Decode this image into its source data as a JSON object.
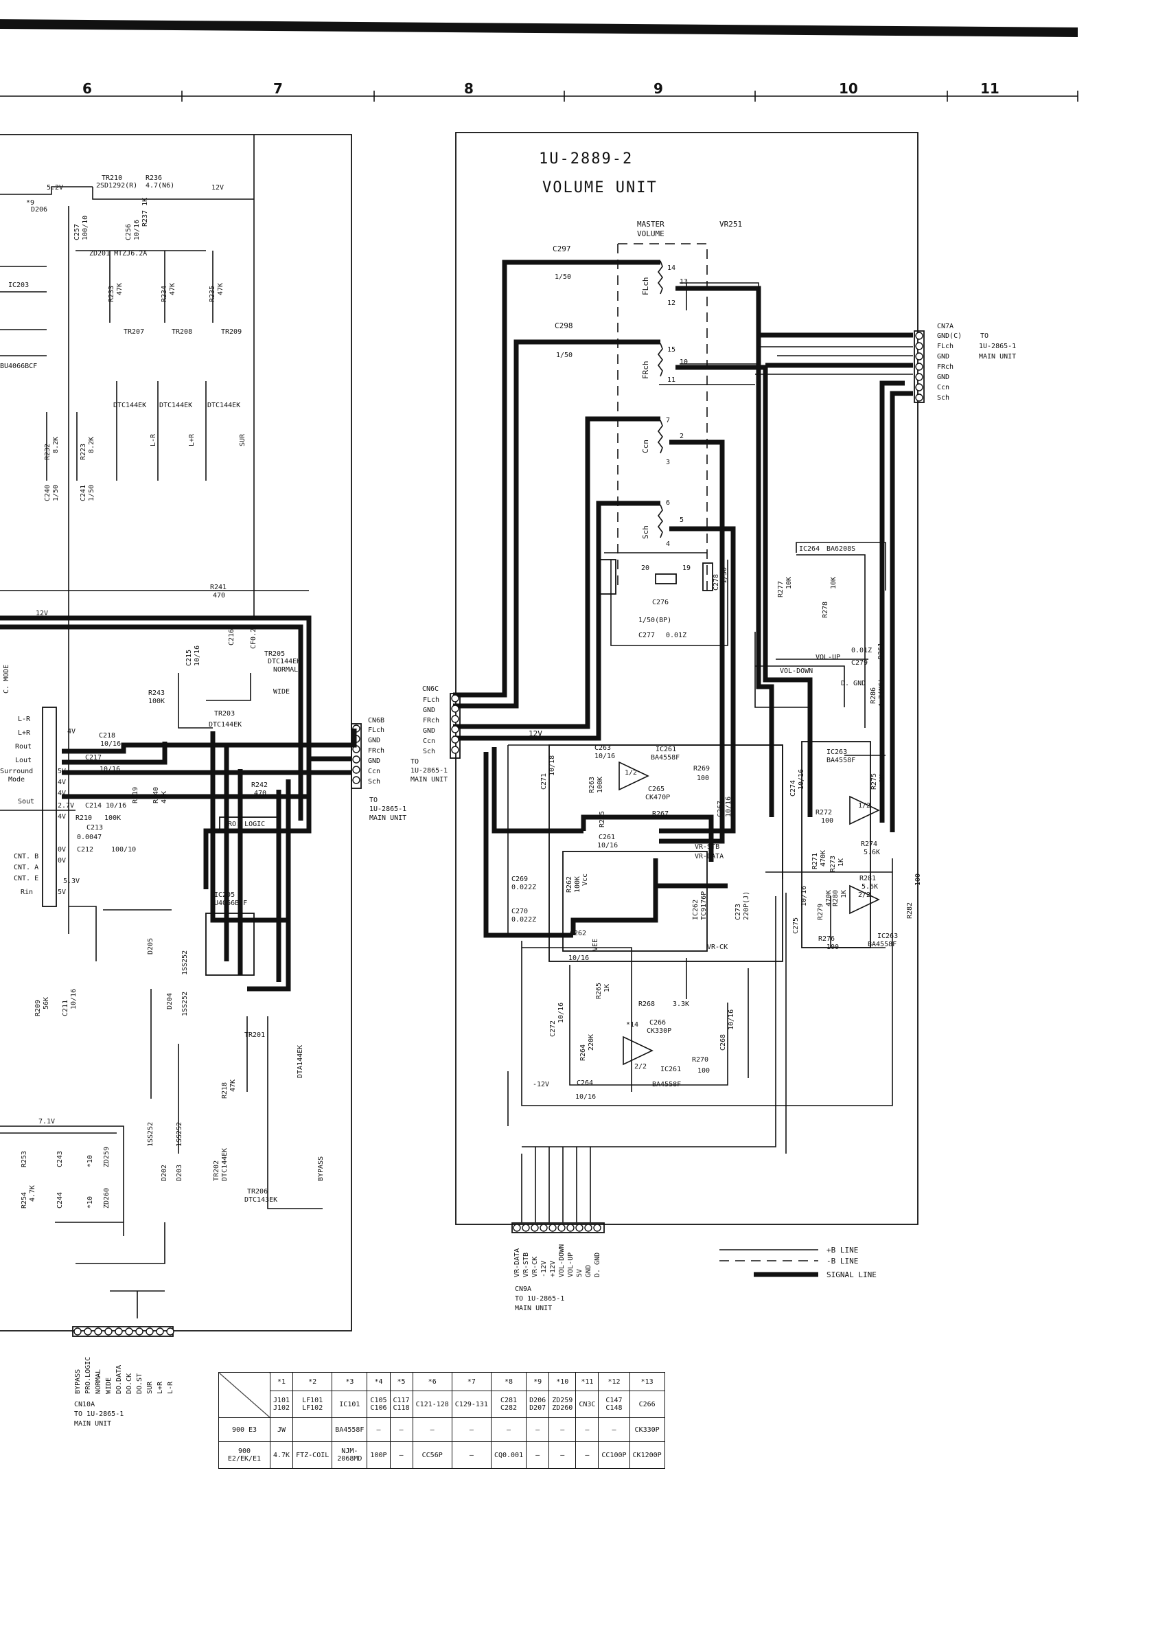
{
  "grid": {
    "columns": [
      "6",
      "7",
      "8",
      "9",
      "10",
      "11"
    ]
  },
  "unit": {
    "id": "1U-2889-2",
    "name": "VOLUME UNIT"
  },
  "master_volume": {
    "label_1": "MASTER",
    "label_2": "VOLUME",
    "ref": "VR251"
  },
  "pot_sections": [
    "FLch",
    "FRch",
    "Ccn",
    "Sch"
  ],
  "caps_top": {
    "c297": "C297",
    "c297_val": "1/50",
    "c298": "C298",
    "c298_val": "1/50"
  },
  "cn7a": {
    "title": "CN7A",
    "pins": [
      "GND(C)",
      "FLch",
      "GND",
      "FRch",
      "GND",
      "Ccn",
      "Sch"
    ],
    "to": "TO",
    "dest": "1U-2865-1",
    "dest2": "MAIN UNIT"
  },
  "cn6c": {
    "title": "CN6C",
    "pins": [
      "FLch",
      "GND",
      "FRch",
      "GND",
      "Ccn",
      "Sch"
    ]
  },
  "cn6b": {
    "title": "CN6B",
    "pins": [
      "FLch",
      "GND",
      "FRch",
      "GND",
      "Ccn",
      "Sch"
    ],
    "to": "TO",
    "dest": "1U-2865-1",
    "dest2": "MAIN UNIT"
  },
  "cn9a": {
    "title": "CN9A",
    "to": "TO 1U-2865-1",
    "dest2": "MAIN UNIT",
    "pins": [
      "VR-DATA",
      "VR-STB",
      "VR-CK",
      "-12V",
      "+12V",
      "VOL-DOWN",
      "VOL-UP",
      "5V",
      "GND",
      "D. GND"
    ]
  },
  "cn10a": {
    "title": "CN10A",
    "to": "TO 1U-2865-1",
    "dest2": "MAIN UNIT",
    "pins": [
      "BYPASS",
      "PRO.LOGIC",
      "NORMAL",
      "WIDE",
      "DO.DATA",
      "DO.CK",
      "DO.ST",
      "SUR",
      "L+R",
      "L-R"
    ]
  },
  "legend": {
    "plus": "+B LINE",
    "minus": "-B LINE",
    "signal": "SIGNAL LINE"
  },
  "labels": {
    "tr210": "TR210",
    "tr210_part": "2SD1292(R)",
    "r236": "R236",
    "r236_val": "4.7(N6)",
    "v52": "5.2V",
    "v12": "12V",
    "d206": "D206",
    "star9": "*9",
    "zd201": "ZD201 MTZJ6.2A",
    "c257": "C257",
    "c257_val": "100/10",
    "c256": "C256",
    "c256_val": "10/16",
    "r237": "R237 1K",
    "ic203": "IC203",
    "ic203_part": "BU4066BCF",
    "r233": "R233",
    "r234": "R234",
    "r235": "R235",
    "k47": "47K",
    "tr207": "TR207",
    "tr208": "TR208",
    "tr209": "TR209",
    "dtc": "DTC144EK",
    "lr": "L-R",
    "lpr": "L+R",
    "sur": "SUR",
    "r232": "R232",
    "r223": "R223",
    "k82": "8.2K",
    "c240": "C240",
    "c241": "C241",
    "v150": "1/50",
    "r241": "R241",
    "r241_val": "470",
    "c215": "C215",
    "c215_val": "10/16",
    "c216": "C216",
    "c216_val": "CF0.22",
    "tr205": "TR205",
    "normal": "NORMAL",
    "wide": "WIDE",
    "r243": "R243",
    "r243_val": "100K",
    "tr203": "TR203",
    "c218": "C218",
    "c218_val": "10/16",
    "c217": "C217",
    "r242": "R242",
    "r242_val": "470",
    "r240": "R240",
    "r240_val": "47K",
    "r219": "R219",
    "r210": "R210",
    "r210_val": "100K",
    "c213": "C213",
    "c214": "C214",
    "c212": "C212",
    "val_0047": "0.0047",
    "val_100_10": "100/10",
    "prologic": "PRO. LOGIC",
    "ic205": "IC205",
    "ic205_part": "BU4066BCF",
    "d205": "D205",
    "d204": "D204",
    "d203": "D203",
    "d202": "D202",
    "iss": "1SS252",
    "tr201": "TR201",
    "dta": "DTA144EK",
    "r218": "R218",
    "r218_val": "47K",
    "tr202": "TR202",
    "tr206": "TR206",
    "dtc143": "DTC143EK",
    "bypass": "BYPASS",
    "r209": "R209",
    "r209_val": "56K",
    "c211": "C211",
    "c211_val": "10/16",
    "v71": "7.1V",
    "r253": "R253",
    "r254": "R254",
    "k47b": "4.7K",
    "c243": "C243",
    "c244": "C244",
    "zd259": "ZD259",
    "zd260": "ZD260",
    "star10": "*10",
    "pin_lr": "L-R",
    "pin_lpr": "L+R",
    "pin_rout": "Rout",
    "pin_lout": "Lout",
    "pin_sur": "Surround",
    "pin_mode": "Mode",
    "pin_sout": "Sout",
    "pin_cntb": "CNT. B",
    "pin_cnta": "CNT. A",
    "pin_cnte": "CNT. E",
    "pin_rin": "Rin",
    "cmode": "C. MODE",
    "v4": "4V",
    "v5": "5V",
    "v27": "2.7V",
    "v0": "0V",
    "v33": "5.3V",
    "v12l": "12V",
    "minus12": "-12V",
    "ic261": "IC261",
    "ic261_part": "BA4558F",
    "ic262": "IC262",
    "ic262_part": "TC9176P",
    "ic263": "IC263",
    "ic263_part": "BA4558F",
    "ic264": "IC264",
    "ic264_part": "BA6208S",
    "c263": "C263",
    "c263_val": "10/16",
    "r263": "R263",
    "r263_val": "100K",
    "c265": "C265",
    "c265_val": "CK470P",
    "r265": "R265",
    "r267": "R267",
    "r269": "R269",
    "r269_val": "100",
    "c267": "C267",
    "c267_val": "10/16",
    "c271": "C271",
    "c271_val": "10/18",
    "c261": "C261",
    "c261_val": "10/16",
    "c269": "C269",
    "c269_val": "0.022Z",
    "c270": "C270",
    "c270_val": "0.022Z",
    "r262": "R262",
    "r262_val": "100K",
    "c262": "C262",
    "c262_val": "10/16",
    "vcc": "Vcc",
    "vee": "VEE",
    "vrstb": "VR-STB",
    "vrdata": "VR-DATA",
    "vrck": "VR-CK",
    "c273": "C273",
    "c273_val": "220P(J)",
    "c276": "C276",
    "c276_val": "1/50(BP)",
    "c277": "C277",
    "c277_val": "0.01Z",
    "c278": "C278",
    "c278_val": "1/50",
    "r277": "R277",
    "r277_val": "10K",
    "r278": "R278",
    "r278_val": "10K",
    "volup": "VOL-UP",
    "voldown": "VOL-DOWN",
    "c279": "C279",
    "c279_val": "0.01Z",
    "dgnd": "D. GND",
    "d261": "D261",
    "r286": "R286",
    "r286_val": "4.7(N6)",
    "r272": "R272",
    "r272_val": "100",
    "r273": "R273",
    "r274": "R274",
    "r274_val": "5.6K",
    "r275": "R275",
    "r271": "R271",
    "r271_val": "470K",
    "r279": "R279",
    "r279_val": "470K",
    "r280": "R280",
    "r281": "R281",
    "r281_val": "5.6K",
    "r282": "R282",
    "r282_val": "100",
    "r276": "R276",
    "r276_val": "100",
    "c274": "C274",
    "c274_val": "10/16",
    "c275": "C275",
    "c275_val": "10/16",
    "c272": "C272",
    "c272_val": "10/16",
    "r264": "R264",
    "r264_val": "220K",
    "r268": "R268",
    "r268_val": "3.3K",
    "c266": "C266",
    "c266_val": "CK330P",
    "star14": "*14",
    "r270": "R270",
    "r270_val": "100",
    "c268": "C268",
    "c268_val": "10/16",
    "c264": "C264",
    "c264_val": "10/16",
    "half1": "1/2",
    "half2": "2/2",
    "k1": "1K",
    "n20": "20",
    "n19": "19"
  },
  "parts_table": {
    "keys": [
      "*1",
      "*2",
      "*3",
      "*4",
      "*5",
      "*6",
      "*7",
      "*8",
      "*9",
      "*10",
      "*11",
      "*12",
      "*13"
    ],
    "refs": [
      "J101\nJ102",
      "LF101\nLF102",
      "IC101",
      "C105\nC106",
      "C117\nC118",
      "C121-128",
      "C129-131",
      "C281\nC282",
      "D206\nD207",
      "ZD259\nZD260",
      "CN3C",
      "C147\nC148",
      "C266"
    ],
    "rows": [
      {
        "model": "900 E3",
        "values": [
          "JW",
          "",
          "BA4558F",
          "—",
          "—",
          "—",
          "—",
          "—",
          "—",
          "—",
          "—",
          "—",
          "CK330P"
        ]
      },
      {
        "model": "900\nE2/EK/E1",
        "values": [
          "4.7K",
          "FTZ-COIL",
          "NJM-\n2068MD",
          "100P",
          "—",
          "CC56P",
          "—",
          "CQ0.001",
          "—",
          "—",
          "—",
          "CC100P",
          "CK1200P"
        ]
      }
    ]
  }
}
